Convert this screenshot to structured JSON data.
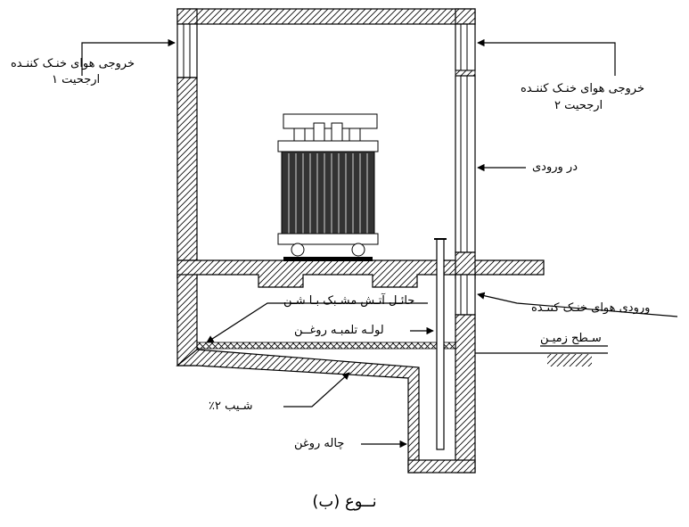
{
  "labels": {
    "exhaust1_line1": "خروجی هوای خنـک کننـده",
    "exhaust1_line2": "ارجحیت ۱",
    "exhaust2_line1": "خروجی هوای خنـک کننـده",
    "exhaust2_line2": "ارجحیت ۲",
    "entrance_door": "در ورودی",
    "cooling_air_inlet": "ورودی هوای خنـک کننـده",
    "fire_barrier": "حائـل آتـش مشـبک بـا شـن",
    "oil_pump_pipe": "لولـه تلمبـه روغــن",
    "ground_level": "سـطح زمیـن",
    "slope": "شـیب ۲٪",
    "oil_pit": "چاله روغن"
  },
  "caption": "نــوع (ب)"
}
